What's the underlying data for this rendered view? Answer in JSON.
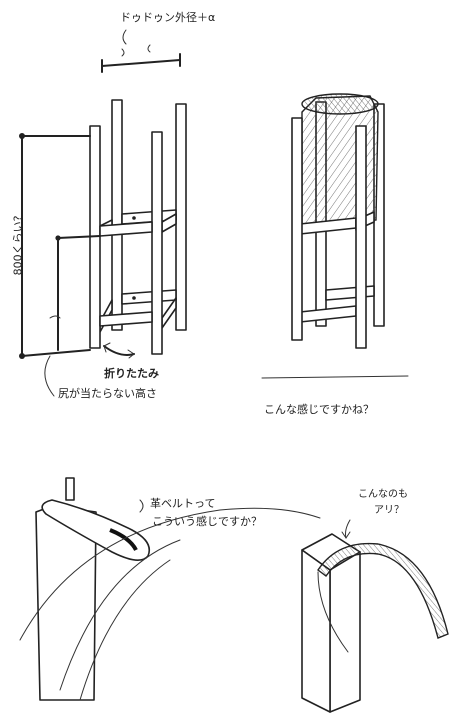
{
  "notes": {
    "top_width": "ドゥドゥン外径＋α",
    "height_label": "800くらい?",
    "fold_label": "折りたたみ",
    "not_reach": "尻が当たらない高さ",
    "like_this_1": "こんな感じですかね？",
    "belt_line1": "革ベルトって",
    "belt_line2": "こういう感じですか？",
    "alt_line1": "こんなのも",
    "alt_line2": "アリ？"
  },
  "colors": {
    "ink": "#222222",
    "paper": "#ffffff"
  }
}
